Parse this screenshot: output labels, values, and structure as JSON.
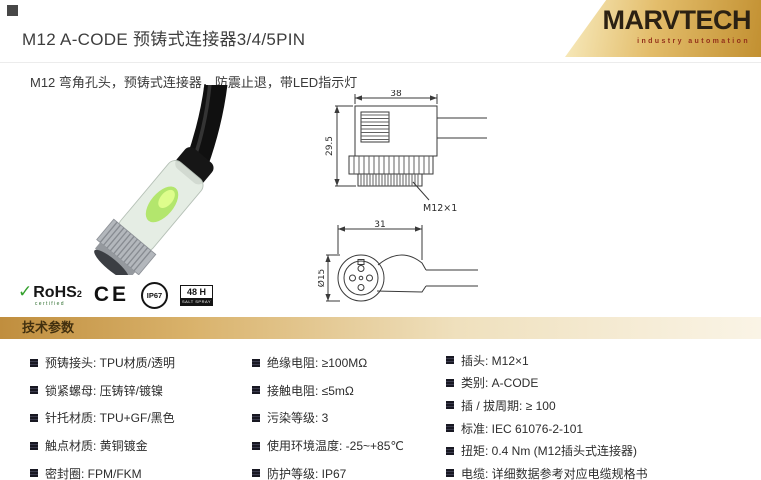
{
  "header": {
    "title": "M12 A-CODE 预铸式连接器3/4/5PIN",
    "brand": "MARVTECH",
    "tagline": "industry automation",
    "subtitle": "M12 弯角孔头，预铸式连接器，防震止退，带LED指示灯"
  },
  "drawings": {
    "side": {
      "width_mm": "38",
      "height_mm": "29.5",
      "thread": "M12×1"
    },
    "front": {
      "width_mm": "31",
      "diameter": "Ø15"
    }
  },
  "certs": {
    "rohs": "RoHS",
    "rohs_sup": "2",
    "rohs_note": "certified",
    "ce": "CE",
    "ip_rating": "IP67",
    "salt_hours": "48 H",
    "salt_label": "SALT SPRAY"
  },
  "section": {
    "title": "技术参数"
  },
  "specs": {
    "col1": [
      "预铸接头: TPU材质/透明",
      "锁紧螺母: 压铸锌/镀镍",
      "针托材质: TPU+GF/黑色",
      "触点材质: 黄铜镀金",
      "密封圈: FPM/FKM"
    ],
    "col2": [
      "绝缘电阻: ≥100MΩ",
      "接触电阻: ≤5mΩ",
      "污染等级: 3",
      "使用环境温度: -25~+85℃",
      "防护等级: IP67"
    ],
    "col3": [
      "插头: M12×1",
      "类别: A-CODE",
      "插 / 拔周期: ≥ 100",
      "标准: IEC 61076-2-101",
      "扭矩: 0.4 Nm (M12插头式连接器)",
      "电缆: 详细数据参考对应电缆规格书"
    ]
  },
  "colors": {
    "brand_gold": "#c29031",
    "section_bar_gold": "#c08e3e",
    "rohs_green": "#33a02c"
  }
}
